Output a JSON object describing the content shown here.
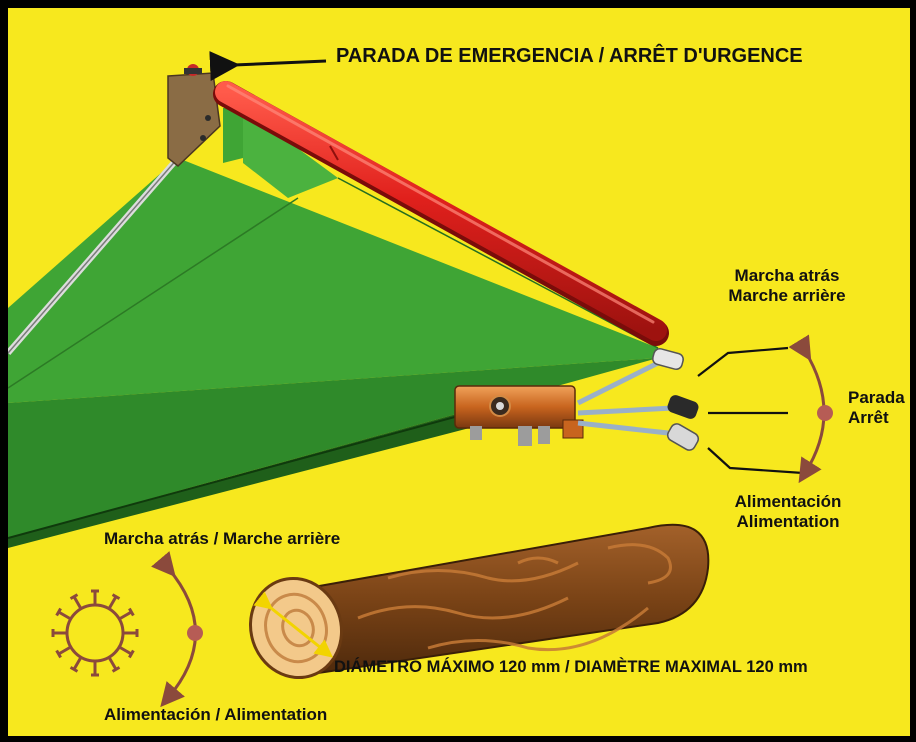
{
  "labels": {
    "emergency_stop": "PARADA DE EMERGENCIA / ARRÊT D'URGENCE",
    "reverse_line1": "Marcha atrás",
    "reverse_line2": "Marche arrière",
    "stop_line1": "Parada",
    "stop_line2": "Arrêt",
    "feed_line1": "Alimentación",
    "feed_line2": "Alimentation",
    "roller_reverse": "Marcha atrás / Marche arrière",
    "roller_feed": "Alimentación / Alimentation",
    "max_diameter": "DIÁMETRO MÁXIMO 120 mm / DIAMÈTRE MAXIMAL 120 mm"
  },
  "colors": {
    "background": "#f7e81e",
    "frame": "#000000",
    "hopper_green": "#3fa535",
    "safety_bar_red": "#e0201c",
    "arrow_brown": "#8b4a3c",
    "valve_copper": "#c8641e",
    "log_bark": "#7a4316",
    "log_end": "#f3c98a",
    "diameter_arrow": "#f2d400"
  }
}
